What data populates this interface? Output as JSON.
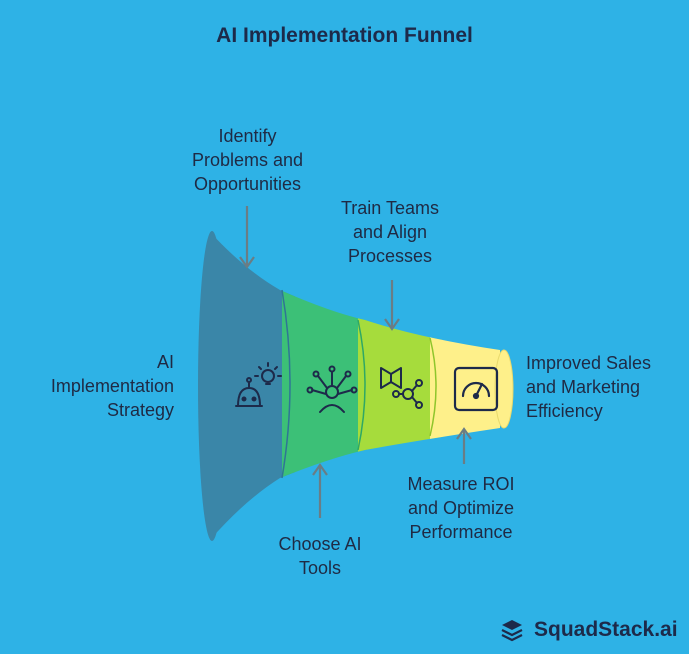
{
  "title": "AI Implementation Funnel",
  "stages": [
    {
      "label": "AI\nImplementation\nStrategy",
      "icon": "robot-lightbulb-icon",
      "color": "#3a86a8"
    },
    {
      "label": "Choose AI\nTools",
      "icon": "network-person-icon",
      "color": "#3cc077"
    },
    {
      "label": "Train Teams\nand Align\nProcesses",
      "icon": "book-network-icon",
      "color": "#a6dc3c"
    },
    {
      "label": "Measure ROI\nand Optimize\nPerformance",
      "icon": "gauge-icon",
      "color": "#fef08a"
    }
  ],
  "annotations": {
    "identify": "Identify\nProblems and\nOpportunities",
    "outcome": "Improved Sales\nand Marketing\nEfficiency"
  },
  "brand": {
    "name": "SquadStack.ai",
    "icon": "stack-logo-icon"
  },
  "colors": {
    "background": "#2eb2e6",
    "text": "#1f2a44",
    "arrow": "#6a7d85"
  }
}
